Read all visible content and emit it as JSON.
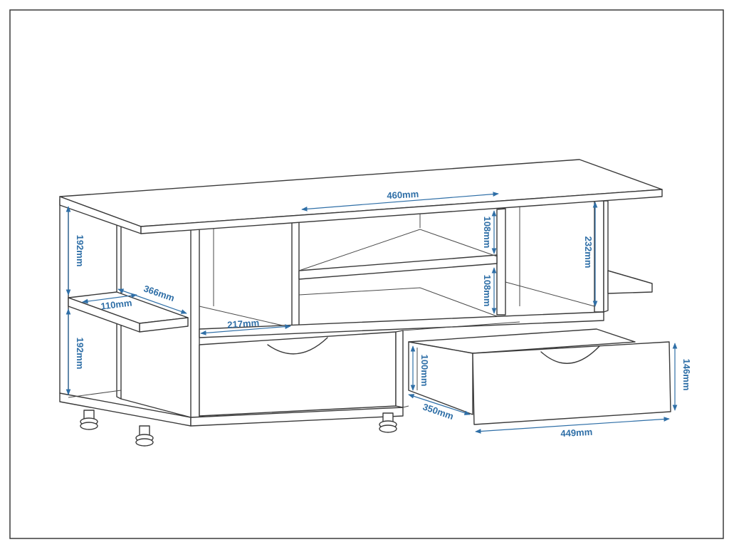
{
  "diagram": {
    "colors": {
      "line": "#3a3a3a",
      "dimension": "#2f6fa7",
      "background": "#ffffff"
    },
    "dimensions": {
      "top_width": "460mm",
      "side_upper_height": "192mm",
      "side_lower_height": "192mm",
      "side_shelf_depth": "366mm",
      "side_shelf_width": "110mm",
      "cubby_width": "217mm",
      "center_shelf_upper": "108mm",
      "center_shelf_lower": "108mm",
      "right_cubby_height": "232mm",
      "drawer_inner_height": "100mm",
      "drawer_depth": "350mm",
      "drawer_front_width": "449mm",
      "drawer_front_height": "146mm"
    }
  }
}
